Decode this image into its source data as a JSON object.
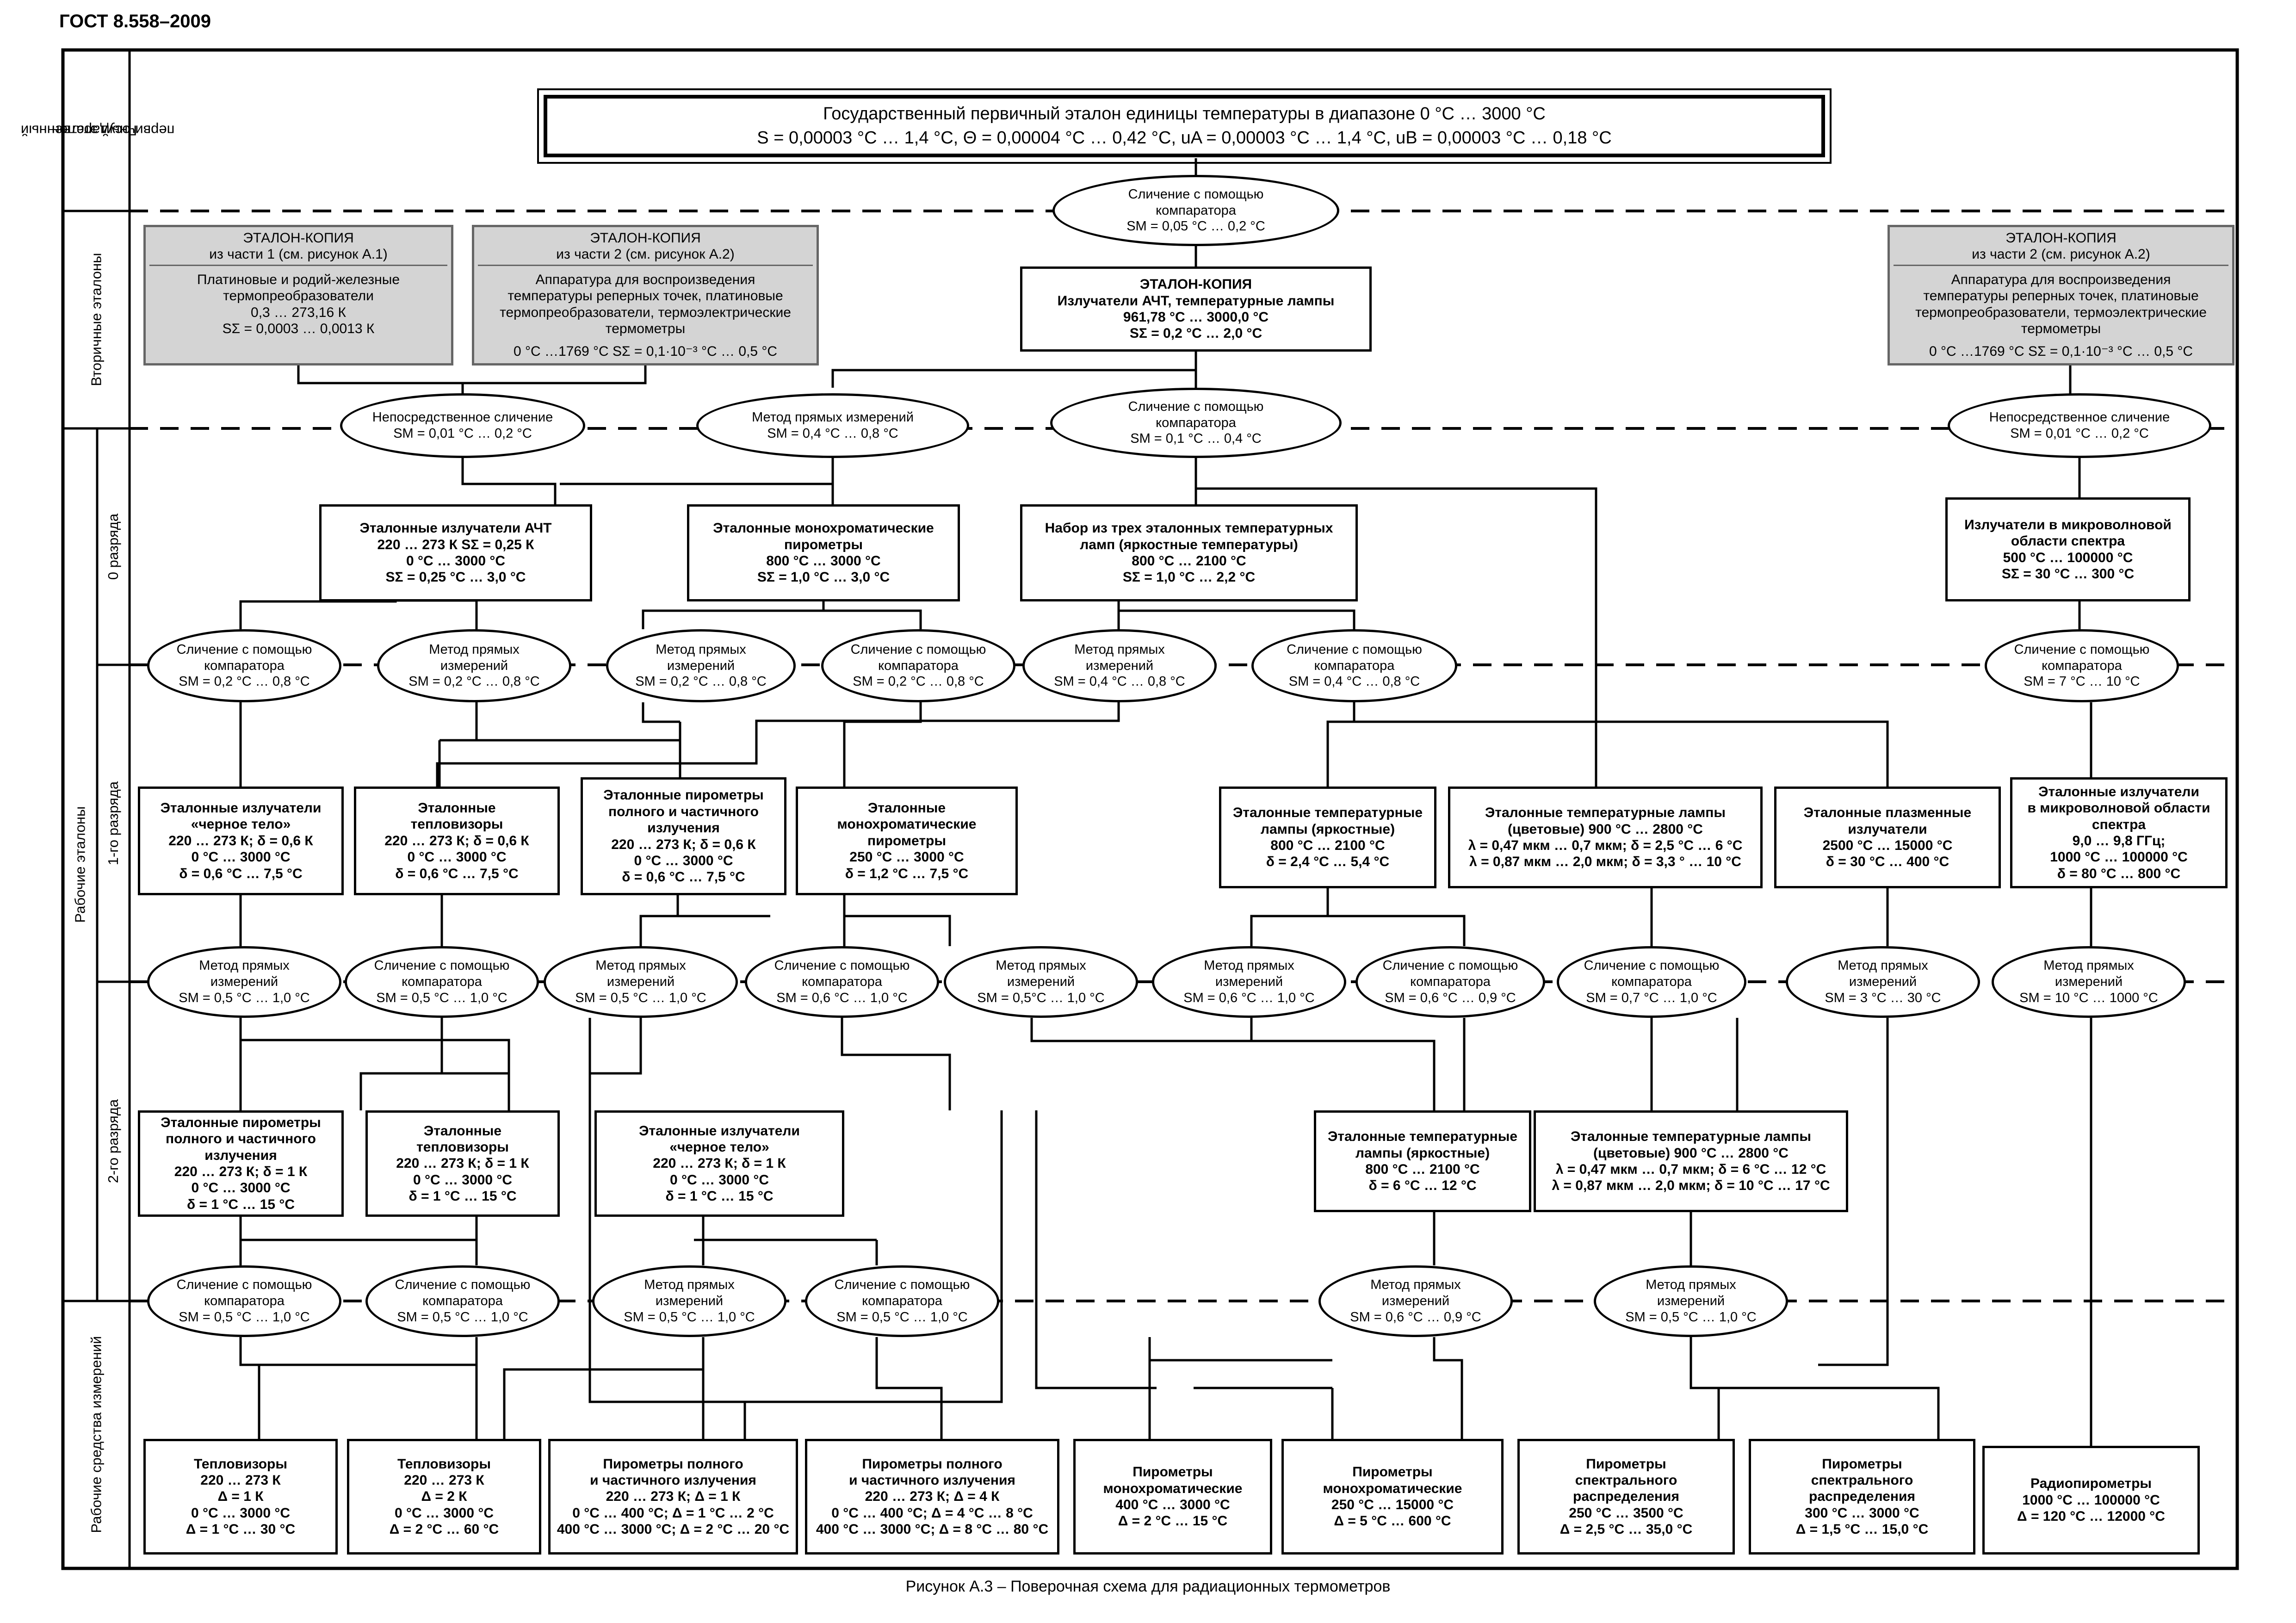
{
  "header": "ГОСТ 8.558–2009",
  "caption": "Рисунок А.3 – Поверочная схема для радиационных термометров",
  "side_labels": {
    "primary": [
      "Государственный",
      "первичный эталон"
    ],
    "secondary": "Вторичные эталоны",
    "working": "Рабочие эталоны",
    "rank0": "0 разряда",
    "rank1": "1-го разряда",
    "rank2": "2-го разряда",
    "instruments": "Рабочие средства измерений"
  },
  "primary": {
    "line1": "Государственный первичный эталон единицы температуры в диапазоне 0 °С … 3000 °С",
    "line2": "S = 0,00003 °С … 1,4 °С,    Θ = 0,00004 °С … 0,42 °С,    uA = 0,00003 °С … 1,4 °С,    uB = 0,00003 °С … 0,18 °С"
  },
  "secondary": {
    "copy1": [
      "ЭТАЛОН-КОПИЯ",
      "из части 1 (см. рисунок А.1)",
      "Платиновые и родий-железные",
      "термопреобразователи",
      "0,3 … 273,16 К",
      "SΣ = 0,0003 … 0,0013 К"
    ],
    "copy2": [
      "ЭТАЛОН-КОПИЯ",
      "из части 2 (см. рисунок А.2)",
      "Аппаратура для воспроизведения",
      "температуры реперных точек, платиновые",
      "термопреобразователи, термоэлектрические",
      "термометры",
      "0 °С …1769 °С   SΣ = 0,1·10⁻³ °С … 0,5 °С"
    ],
    "copy_main": [
      "ЭТАЛОН-КОПИЯ",
      "Излучатели АЧТ, температурные лампы",
      "961,78 °С … 3000,0 °С",
      "SΣ = 0,2 °С … 2,0 °С"
    ],
    "copy3": [
      "ЭТАЛОН-КОПИЯ",
      "из части 2 (см. рисунок А.2)",
      "Аппаратура для воспроизведения",
      "температуры реперных точек, платиновые",
      "термопреобразователи, термоэлектрические",
      "термометры",
      "0 °С …1769 °С   SΣ = 0,1·10⁻³ °С … 0,5 °С"
    ]
  },
  "ellipses": {
    "top": [
      "Сличение с помощью",
      "компаратора",
      "SM = 0,05 °С … 0,2 °С"
    ],
    "s1": [
      "Непосредственное сличение",
      "SM = 0,01 °С … 0,2 °С"
    ],
    "s2": [
      "Метод прямых измерений",
      "SM = 0,4 °С … 0,8 °С"
    ],
    "s3": [
      "Сличение с помощью",
      "компаратора",
      "SM = 0,1 °С … 0,4 °С"
    ],
    "s4": [
      "Непосредственное сличение",
      "SM = 0,01 °С … 0,2 °С"
    ],
    "r0": [
      [
        "Сличение с помощью",
        "компаратора",
        "SM = 0,2 °С … 0,8 °С"
      ],
      [
        "Метод прямых",
        "измерений",
        "SM = 0,2 °С … 0,8 °С"
      ],
      [
        "Метод прямых",
        "измерений",
        "SM = 0,2 °С … 0,8 °С"
      ],
      [
        "Сличение с помощью",
        "компаратора",
        "SM = 0,2 °С … 0,8 °С"
      ],
      [
        "Метод прямых",
        "измерений",
        "SM = 0,4 °С … 0,8 °С"
      ],
      [
        "Сличение с помощью",
        "компаратора",
        "SM = 0,4 °С … 0,8 °С"
      ],
      [
        "Сличение с помощью",
        "компаратора",
        "SM = 7 °С … 10 °С"
      ]
    ],
    "r1": [
      [
        "Метод прямых",
        "измерений",
        "SM = 0,5 °С … 1,0 °С"
      ],
      [
        "Сличение с помощью",
        "компаратора",
        "SM = 0,5 °С … 1,0 °С"
      ],
      [
        "Метод прямых",
        "измерений",
        "SM = 0,5 °С … 1,0 °С"
      ],
      [
        "Сличение с помощью",
        "компаратора",
        "SM = 0,6 °С … 1,0 °С"
      ],
      [
        "Метод прямых",
        "измерений",
        "SM = 0,5°С … 1,0 °С"
      ],
      [
        "Метод прямых",
        "измерений",
        "SM = 0,6 °С … 1,0 °С"
      ],
      [
        "Сличение с помощью",
        "компаратора",
        "SM = 0,6 °С … 0,9 °С"
      ],
      [
        "Сличение с помощью",
        "компаратора",
        "SM = 0,7 °С … 1,0 °С"
      ],
      [
        "Метод прямых",
        "измерений",
        "SM = 3 °С … 30 °С"
      ],
      [
        "Метод прямых",
        "измерений",
        "SM = 10 °С … 1000 °С"
      ]
    ],
    "r2": [
      [
        "Сличение с помощью",
        "компаратора",
        "SM = 0,5 °С … 1,0 °С"
      ],
      [
        "Сличение с помощью",
        "компаратора",
        "SM = 0,5 °С … 1,0 °С"
      ],
      [
        "Метод прямых",
        "измерений",
        "SM = 0,5 °С … 1,0 °С"
      ],
      [
        "Сличение с помощью",
        "компаратора",
        "SM = 0,5 °С … 1,0 °С"
      ],
      [
        "Метод прямых",
        "измерений",
        "SM = 0,6 °С … 0,9 °С"
      ],
      [
        "Метод прямых",
        "измерений",
        "SM = 0,5 °С … 1,0 °С"
      ]
    ]
  },
  "rank0_boxes": [
    [
      "Эталонные излучатели АЧТ",
      "220 … 273 К SΣ = 0,25 К",
      "0 °С … 3000 °С",
      "SΣ = 0,25 °С … 3,0 °С"
    ],
    [
      "Эталонные монохроматические",
      "пирометры",
      "800 °С … 3000 °С",
      "SΣ = 1,0 °С … 3,0 °С"
    ],
    [
      "Набор из трех эталонных температурных",
      "ламп (яркостные температуры)",
      "800 °С … 2100 °С",
      "SΣ = 1,0 °С … 2,2 °С"
    ],
    [
      "Излучатели в микроволновой",
      "области спектра",
      "500 °С … 100000 °С",
      "SΣ = 30 °С … 300 °С"
    ]
  ],
  "rank1_boxes": [
    [
      "Эталонные излучатели",
      "«черное тело»",
      "220 … 273 К; δ = 0,6 К",
      "0 °С … 3000 °С",
      "δ = 0,6 °С … 7,5 °С"
    ],
    [
      "Эталонные",
      "тепловизоры",
      "220 … 273 К; δ = 0,6 К",
      "0 °С … 3000 °С",
      "δ = 0,6 °С … 7,5 °С"
    ],
    [
      "Эталонные пирометры",
      "полного и частичного",
      "излучения",
      "220 … 273 К; δ = 0,6 К",
      "0 °С … 3000 °С",
      "δ = 0,6 °С … 7,5 °С"
    ],
    [
      "Эталонные",
      "монохроматические",
      "пирометры",
      "250 °С … 3000 °С",
      "δ = 1,2 °С … 7,5 °С"
    ],
    [
      "Эталонные температурные",
      "лампы (яркостные)",
      "800 °С … 2100 °С",
      "δ = 2,4 °С … 5,4 °С"
    ],
    [
      "Эталонные температурные лампы",
      "(цветовые) 900 °С … 2800 °С",
      "λ = 0,47 мкм … 0,7 мкм; δ = 2,5 °С … 6 °С",
      "λ = 0,87 мкм … 2,0 мкм; δ = 3,3 ° … 10 °С"
    ],
    [
      "Эталонные плазменные",
      "излучатели",
      "2500 °С … 15000 °С",
      "δ = 30 °С … 400 °С"
    ],
    [
      "Эталонные излучатели",
      "в микроволновой области",
      "спектра",
      "9,0 … 9,8 ГГц;",
      "1000 °С … 100000 °С",
      "δ = 80 °С … 800 °С"
    ]
  ],
  "rank2_boxes": [
    [
      "Эталонные пирометры",
      "полного и частичного",
      "излучения",
      "220 … 273 К; δ = 1 К",
      "0 °С … 3000 °С",
      "δ = 1 °С … 15 °С"
    ],
    [
      "Эталонные",
      "тепловизоры",
      "220 … 273 К; δ = 1 К",
      "0 °С … 3000 °С",
      "δ = 1 °С … 15 °С"
    ],
    [
      "Эталонные излучатели",
      "«черное тело»",
      "220 … 273 К; δ = 1 К",
      "0 °С … 3000 °С",
      "δ = 1 °С … 15 °С"
    ],
    [
      "Эталонные температурные",
      "лампы (яркостные)",
      "800 °С … 2100 °С",
      "δ = 6 °С … 12 °С"
    ],
    [
      "Эталонные температурные лампы",
      "(цветовые) 900 °С … 2800 °С",
      "λ = 0,47 мкм … 0,7 мкм; δ = 6 °С … 12 °С",
      "λ = 0,87 мкм … 2,0 мкм; δ = 10 °С … 17 °С"
    ]
  ],
  "instrument_boxes": [
    [
      "Тепловизоры",
      "220 … 273 К",
      "Δ = 1 К",
      "0 °С … 3000 °С",
      "Δ = 1 °С … 30 °С"
    ],
    [
      "Тепловизоры",
      "220 … 273 К",
      "Δ = 2 К",
      "0 °С … 3000 °С",
      "Δ = 2 °С … 60 °С"
    ],
    [
      "Пирометры полного",
      "и частичного излучения",
      "220 … 273 К; Δ = 1 К",
      "0 °С … 400 °С; Δ = 1 °С … 2 °С",
      "400 °С … 3000 °С; Δ = 2 °С … 20 °С"
    ],
    [
      "Пирометры полного",
      "и частичного излучения",
      "220 … 273 К; Δ = 4 К",
      "0 °С … 400 °С; Δ = 4 °С … 8 °С",
      "400 °С … 3000 °С; Δ = 8 °С … 80 °С"
    ],
    [
      "Пирометры",
      "монохроматические",
      "400 °С … 3000 °С",
      "Δ = 2 °С … 15 °С"
    ],
    [
      "Пирометры",
      "монохроматические",
      "250 °С … 15000 °С",
      "Δ = 5 °С … 600 °С"
    ],
    [
      "Пирометры",
      "спектрального",
      "распределения",
      "250 °С … 3500 °С",
      "Δ = 2,5 °С … 35,0 °С"
    ],
    [
      "Пирометры",
      "спектрального",
      "распределения",
      "300 °С … 3000 °С",
      "Δ = 1,5 °С … 15,0 °С"
    ],
    [
      "Радиопирометры",
      "1000 °С … 100000 °С",
      "Δ = 120 °С … 12000 °С"
    ]
  ]
}
